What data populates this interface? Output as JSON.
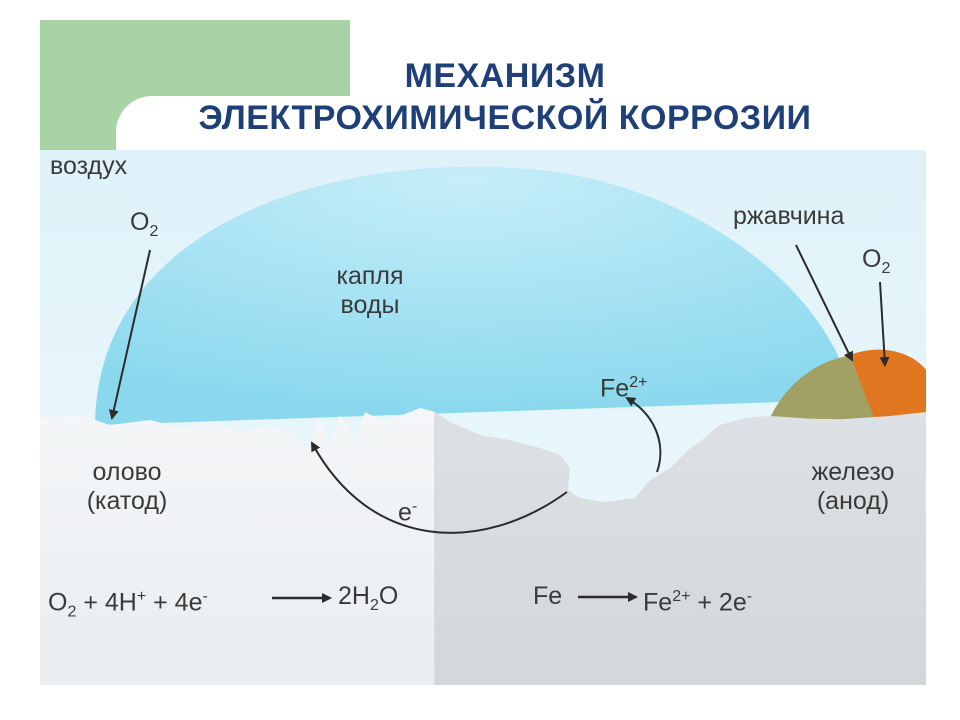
{
  "title": {
    "line1": "МЕХАНИЗМ",
    "line2": "ЭЛЕКТРОХИМИЧЕСКОЙ КОРРОЗИИ"
  },
  "labels": {
    "air": "воздух",
    "o2_left": {
      "base": "O",
      "sub": "2"
    },
    "o2_right": {
      "base": "O",
      "sub": "2"
    },
    "rust": "ржавчина",
    "drop_line1": "капля",
    "drop_line2": "воды",
    "fe_ion": {
      "base": "Fe",
      "sup": "2+"
    },
    "electron": {
      "base": "e",
      "sup": "-"
    },
    "tin_line1": "олово",
    "tin_line2": "(катод)",
    "iron_line1": "железо",
    "iron_line2": "(анод)"
  },
  "equations": {
    "cathode": {
      "o": "O",
      "o_sub": "2",
      "plus1": "+ 4H",
      "h_sup": "+",
      "plus2": "+ 4e",
      "e_sup": "-",
      "product": "2H",
      "h2_sub": "2",
      "product_tail": "O"
    },
    "anode": {
      "fe": "Fe",
      "fe2": "Fe",
      "fe2_sup": "2+",
      "tail": "+ 2e",
      "e_sup": "-"
    }
  },
  "colors": {
    "title": "#1f3f78",
    "accent": "#a8d3a4",
    "air": "#e8f6fb",
    "water": "#a9e3f2",
    "tin": "#f2f5f7",
    "iron": "#d9dde1",
    "rust_green": "#a3a066",
    "rust_orange": "#e0761f",
    "arrow": "#2b2b2b"
  }
}
